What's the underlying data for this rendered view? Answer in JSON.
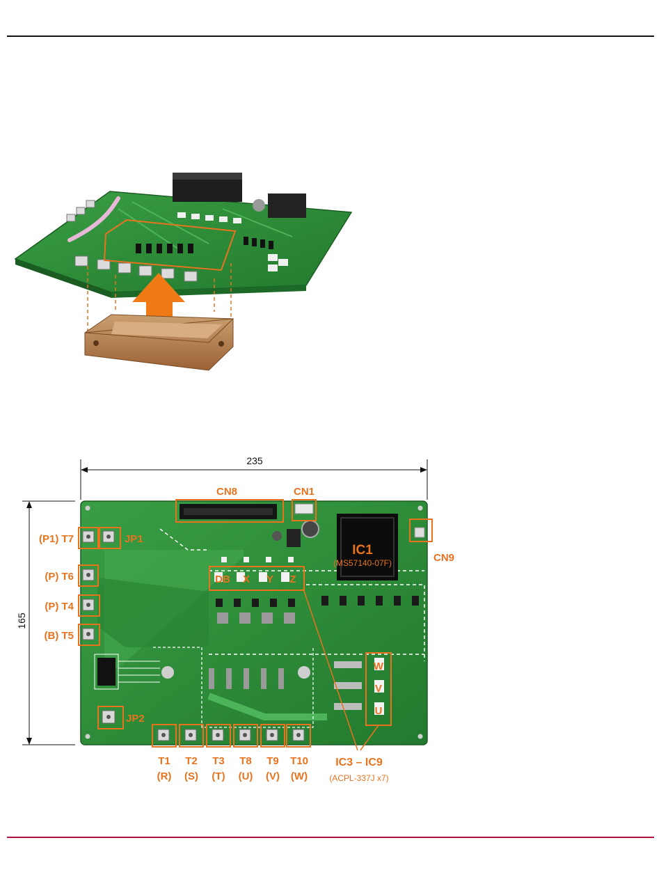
{
  "dimension_width": "235",
  "dimension_height": "165",
  "labels": {
    "cn8": "CN8",
    "cn1": "CN1",
    "cn9": "CN9",
    "ic1": "IC1",
    "ic1_part": "(MS57140-07F)",
    "p1_t7": "(P1) T7",
    "jp1": "JP1",
    "p_t6": "(P) T6",
    "p_t4": "(P) T4",
    "b_t5": "(B) T5",
    "jp2": "JP2",
    "db": "DB",
    "x": "X",
    "y": "Y",
    "z": "Z",
    "w": "W",
    "v": "V",
    "u": "U",
    "t1": "T1",
    "t1_sub": "(R)",
    "t2": "T2",
    "t2_sub": "(S)",
    "t3": "T3",
    "t3_sub": "(T)",
    "t8": "T8",
    "t8_sub": "(U)",
    "t9": "T9",
    "t9_sub": "(V)",
    "t10": "T10",
    "t10_sub": "(W)",
    "ic3_ic9": "IC3 – IC9",
    "ic3_ic9_part": "(ACPL-337J x7)"
  },
  "colors": {
    "accent": "#e8731f",
    "pcb": "#2f8f3a",
    "pcb_dark": "#1d6a28",
    "module": "#b87a4b"
  }
}
